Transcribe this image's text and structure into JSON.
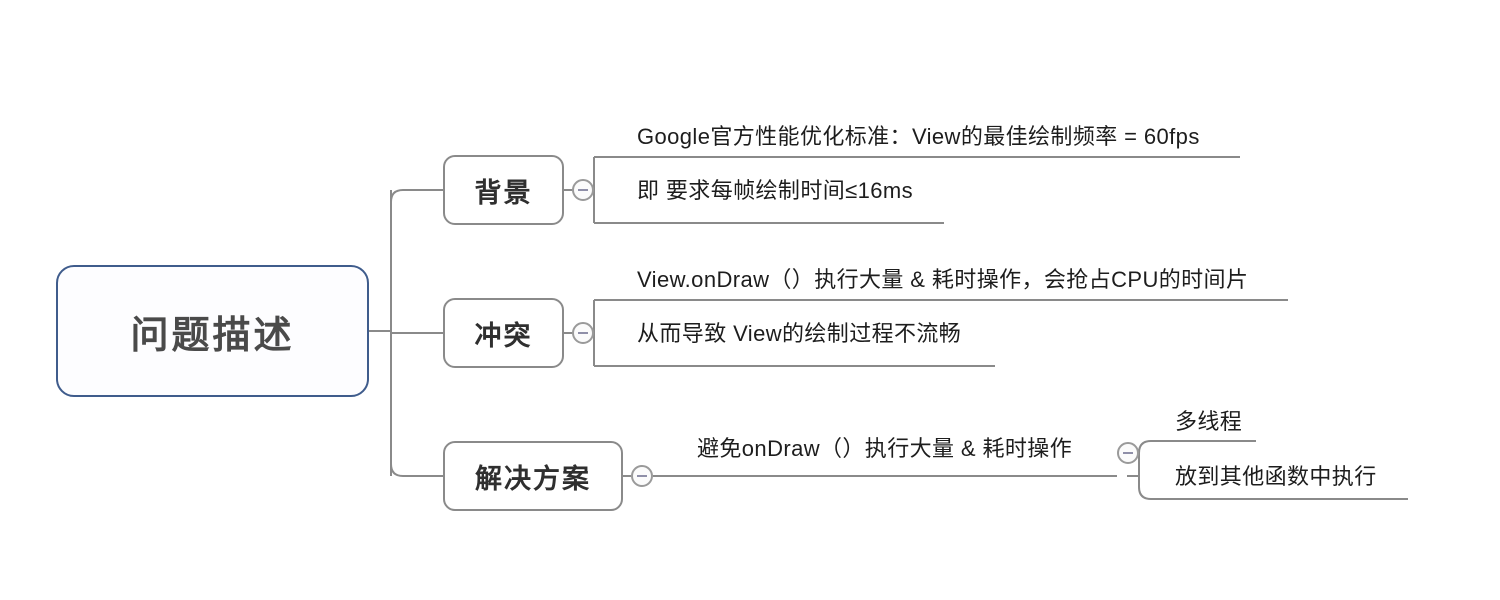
{
  "diagram": {
    "title": "问题描述",
    "type": "mindmap",
    "background_color": "#ffffff",
    "root": {
      "label": "问题描述",
      "border_color": "#3f5c8c",
      "text_color": "#4a4a4a"
    },
    "branch_border_color": "#8a8a8a",
    "connector_color": "#8a8a8a",
    "toggle_icon": "collapse-minus-icon",
    "branches": [
      {
        "label": "背景",
        "expanded": true,
        "toggle": "minus",
        "leaves": [
          {
            "text": "Google官方性能优化标准：View的最佳绘制频率 = 60fps",
            "underline": true
          },
          {
            "text": "即 要求每帧绘制时间≤16ms",
            "underline": true
          }
        ]
      },
      {
        "label": "冲突",
        "expanded": true,
        "toggle": "minus",
        "leaves": [
          {
            "text": "View.onDraw（）执行大量 & 耗时操作，会抢占CPU的时间片",
            "underline": true
          },
          {
            "text": "从而导致 View的绘制过程不流畅",
            "underline": true
          }
        ]
      },
      {
        "label": "解决方案",
        "expanded": true,
        "toggle": "minus",
        "leaves": [
          {
            "text": "避免onDraw（）执行大量 & 耗时操作",
            "underline": true,
            "toggle": "minus",
            "children": [
              {
                "text": "多线程",
                "underline": true
              },
              {
                "text": "放到其他函数中执行",
                "underline": true
              }
            ]
          }
        ]
      }
    ]
  }
}
